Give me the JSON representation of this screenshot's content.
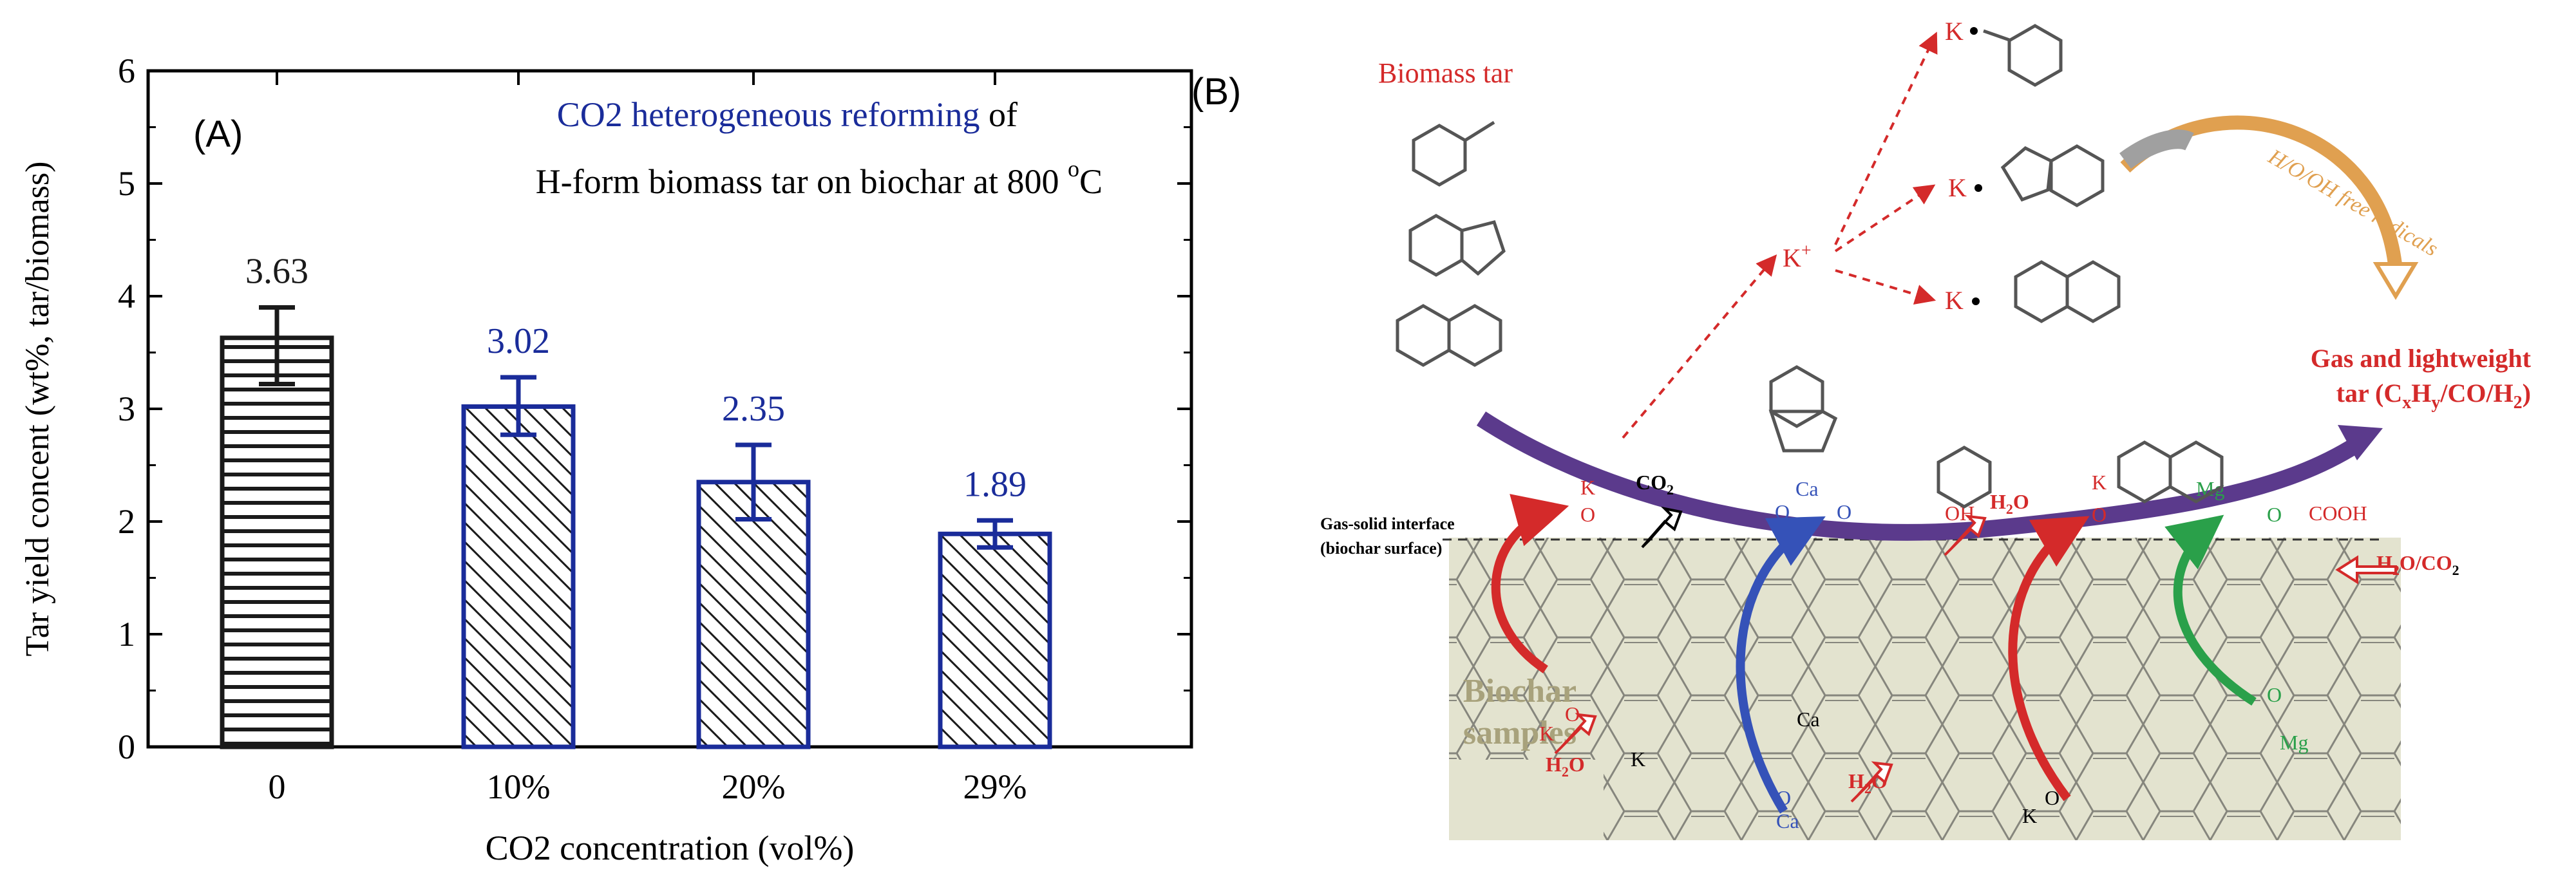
{
  "panel_a": {
    "label": "(A)",
    "annotation_line1_blue": "CO2 heterogeneous reforming",
    "annotation_line1_black": " of",
    "annotation_line2_main": "H-form biomass tar on biochar at 800 ",
    "annotation_line2_degree": "o",
    "annotation_line2_unit": "C"
  },
  "chart_data": {
    "type": "bar",
    "categories": [
      "0",
      "10%",
      "20%",
      "29%"
    ],
    "values": [
      3.63,
      3.02,
      2.35,
      1.89
    ],
    "value_labels": [
      "3.63",
      "3.02",
      "2.35",
      "1.89"
    ],
    "error_bars": [
      [
        3.22,
        3.9
      ],
      [
        2.77,
        3.28
      ],
      [
        2.02,
        2.68
      ],
      [
        1.77,
        2.01
      ]
    ],
    "xlabel": "CO2 concentration (vol%)",
    "ylabel": "Tar yield concent (wt%, tar/biomass)",
    "ylim": [
      0,
      6
    ],
    "yticks": [
      0,
      1,
      2,
      3,
      4,
      5,
      6
    ],
    "ytick_labels": [
      "0",
      "1",
      "2",
      "3",
      "4",
      "5",
      "6"
    ],
    "grid": false,
    "legend": "none",
    "colors": [
      "#1a1a1a",
      "#1a2c9a",
      "#1a2c9a",
      "#1a2c9a"
    ],
    "hatch": [
      "horizontal",
      "diagonal",
      "diagonal",
      "diagonal"
    ]
  },
  "panel_b": {
    "label": "(B)",
    "biomass_tar": "Biomass tar",
    "radicals": "H/O/OH free radicals",
    "gas_line1": "Gas and lightweight",
    "gas_line2": "tar (C",
    "gas_sub_x": "x",
    "gas_mid": "H",
    "gas_sub_y": "y",
    "gas_end": "/CO/H",
    "gas_sub_2": "2",
    "gas_close": ")",
    "interface_line1": "Gas-solid interface",
    "interface_line2": "(biochar surface)",
    "biochar_line1": "Biochar",
    "biochar_line2": "samples",
    "k": "K",
    "k_plus": "K",
    "plus": "+",
    "co2": "CO",
    "sub_2": "2",
    "ca": "Ca",
    "mg": "Mg",
    "o": "O",
    "oh": "OH",
    "h2o": "H",
    "o_after_h2": "O",
    "cooh": "COOH",
    "h2o_co2_a": "H",
    "h2o_co2_b": "O/CO",
    "colors": {
      "red": "#d42a2a",
      "blue": "#3552b8",
      "green": "#2aa04a",
      "purple": "#5b3a8c",
      "orange": "#e0a050",
      "biochar_bg": "#e3e3cf",
      "biochar_text": "#a8a27c"
    }
  }
}
